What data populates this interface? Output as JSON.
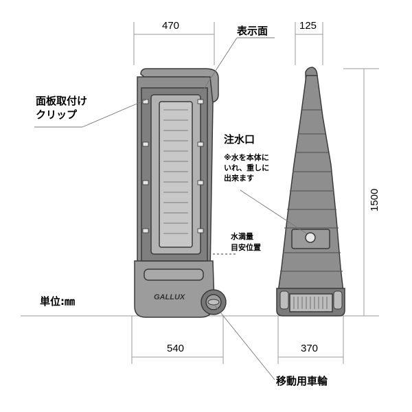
{
  "dimensions": {
    "front_width": "470",
    "side_width": "125",
    "height": "1500",
    "base_width_front": "540",
    "base_width_side": "370"
  },
  "labels": {
    "display_face": "表示面",
    "panel_clip_line1": "面板取付け",
    "panel_clip_line2": "クリップ",
    "water_inlet": "注水口",
    "water_note_line1": "※水を本体に",
    "water_note_line2": "いれ、重しに",
    "water_note_line3": "出来ます",
    "water_level_line1": "水満量",
    "water_level_line2": "目安位置",
    "unit": "単位:㎜",
    "wheel": "移動用車輪"
  },
  "brand": "GALLUX",
  "colors": {
    "body": "#8e8e8e",
    "body_dark": "#6f6f6f",
    "body_light": "#b4b4b4",
    "panel": "#c8c8c8",
    "line": "#3a3a3a"
  }
}
